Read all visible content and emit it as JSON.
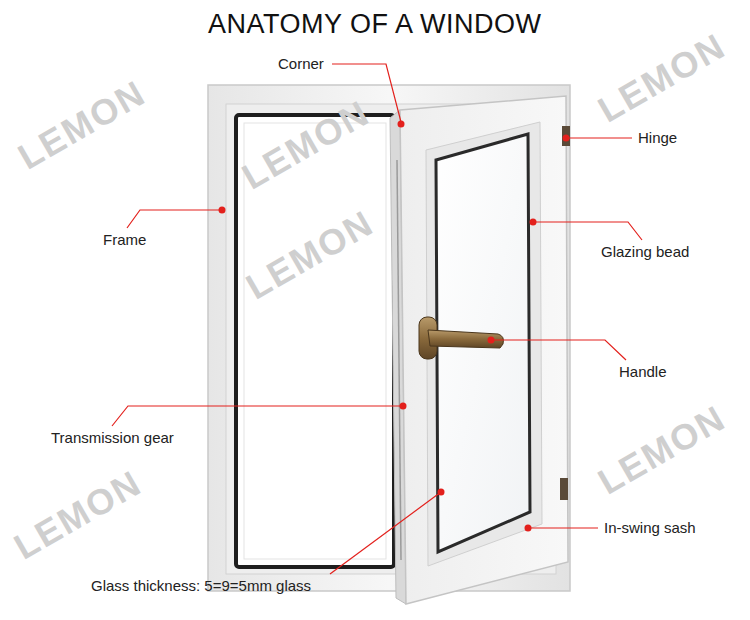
{
  "diagram": {
    "title": "ANATOMY OF A WINDOW",
    "labels": [
      "Corner",
      "Hinge",
      "Frame",
      "Glazing bead",
      "Handle",
      "Transmission gear",
      "In-swing sash",
      "Glass thickness: 5=9=5mm glass",
      "LEMON",
      "LEMON",
      "LEMON",
      "LEMON",
      "LEMON",
      "LEMON"
    ]
  }
}
